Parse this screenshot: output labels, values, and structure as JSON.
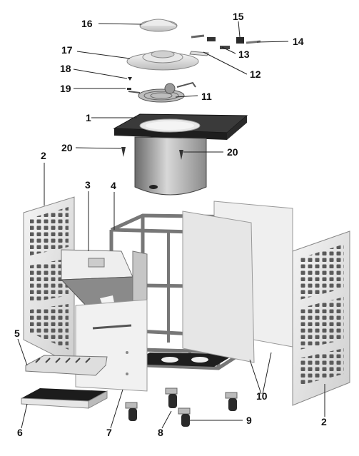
{
  "callouts": {
    "c1": "1",
    "c2_left": "2",
    "c2_right": "2",
    "c3": "3",
    "c4": "4",
    "c5": "5",
    "c6": "6",
    "c7": "7",
    "c8": "8",
    "c9": "9",
    "c10": "10",
    "c11": "11",
    "c12": "12",
    "c13": "13",
    "c14": "14",
    "c15": "15",
    "c16": "16",
    "c17": "17",
    "c18": "18",
    "c19": "19",
    "c20_left": "20",
    "c20_right": "20"
  }
}
